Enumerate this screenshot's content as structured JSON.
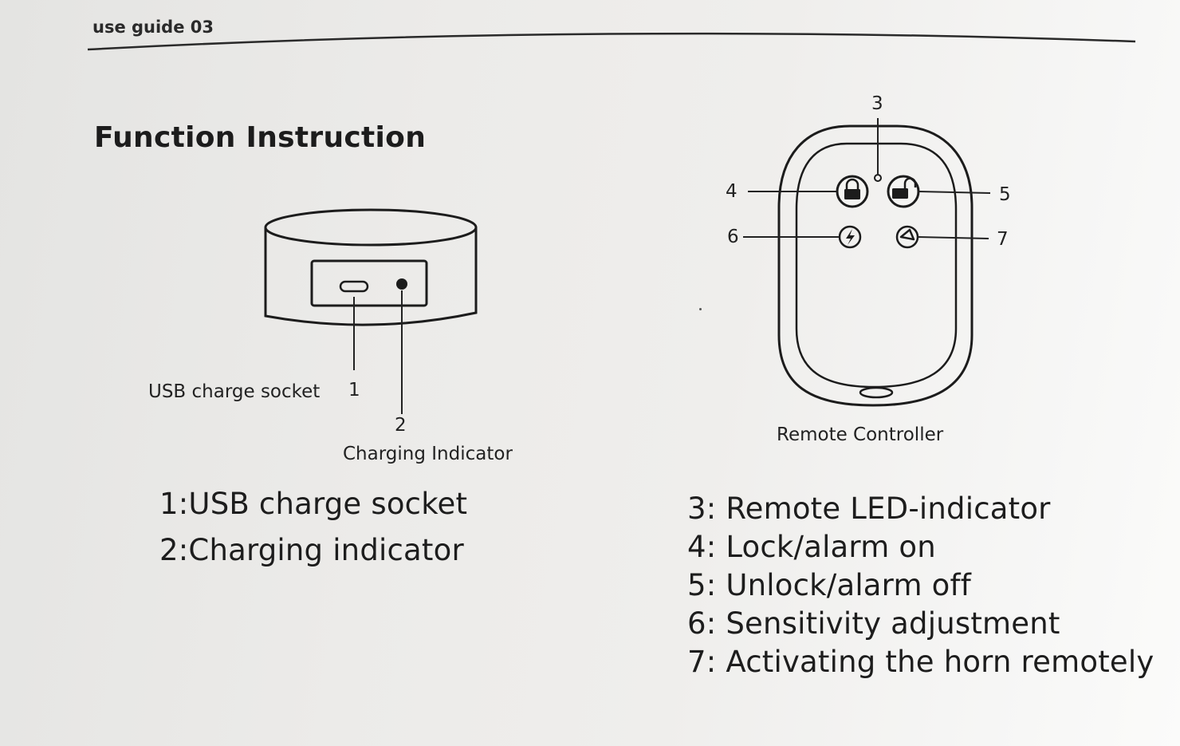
{
  "header": {
    "text": "use guide 03"
  },
  "title": "Function Instruction",
  "charger": {
    "usb_label": "USB charge socket",
    "usb_num": "1",
    "indicator_num": "2",
    "indicator_label": "Charging Indicator",
    "descriptions": [
      "1:USB charge socket",
      "2:Charging indicator"
    ]
  },
  "remote": {
    "caption": "Remote Controller",
    "callouts": {
      "led": "3",
      "lock": "4",
      "unlock": "5",
      "sensitivity": "6",
      "horn": "7"
    },
    "descriptions": [
      "3: Remote LED-indicator",
      "4: Lock/alarm on",
      "5: Unlock/alarm off",
      "6: Sensitivity adjustment",
      "7: Activating the horn remotely"
    ]
  },
  "icons": {
    "lock": "lock-icon",
    "unlock": "unlock-icon",
    "sensitivity": "lightning-icon",
    "horn": "horn-icon",
    "usb": "usb-c-port-icon",
    "led": "led-dot"
  }
}
